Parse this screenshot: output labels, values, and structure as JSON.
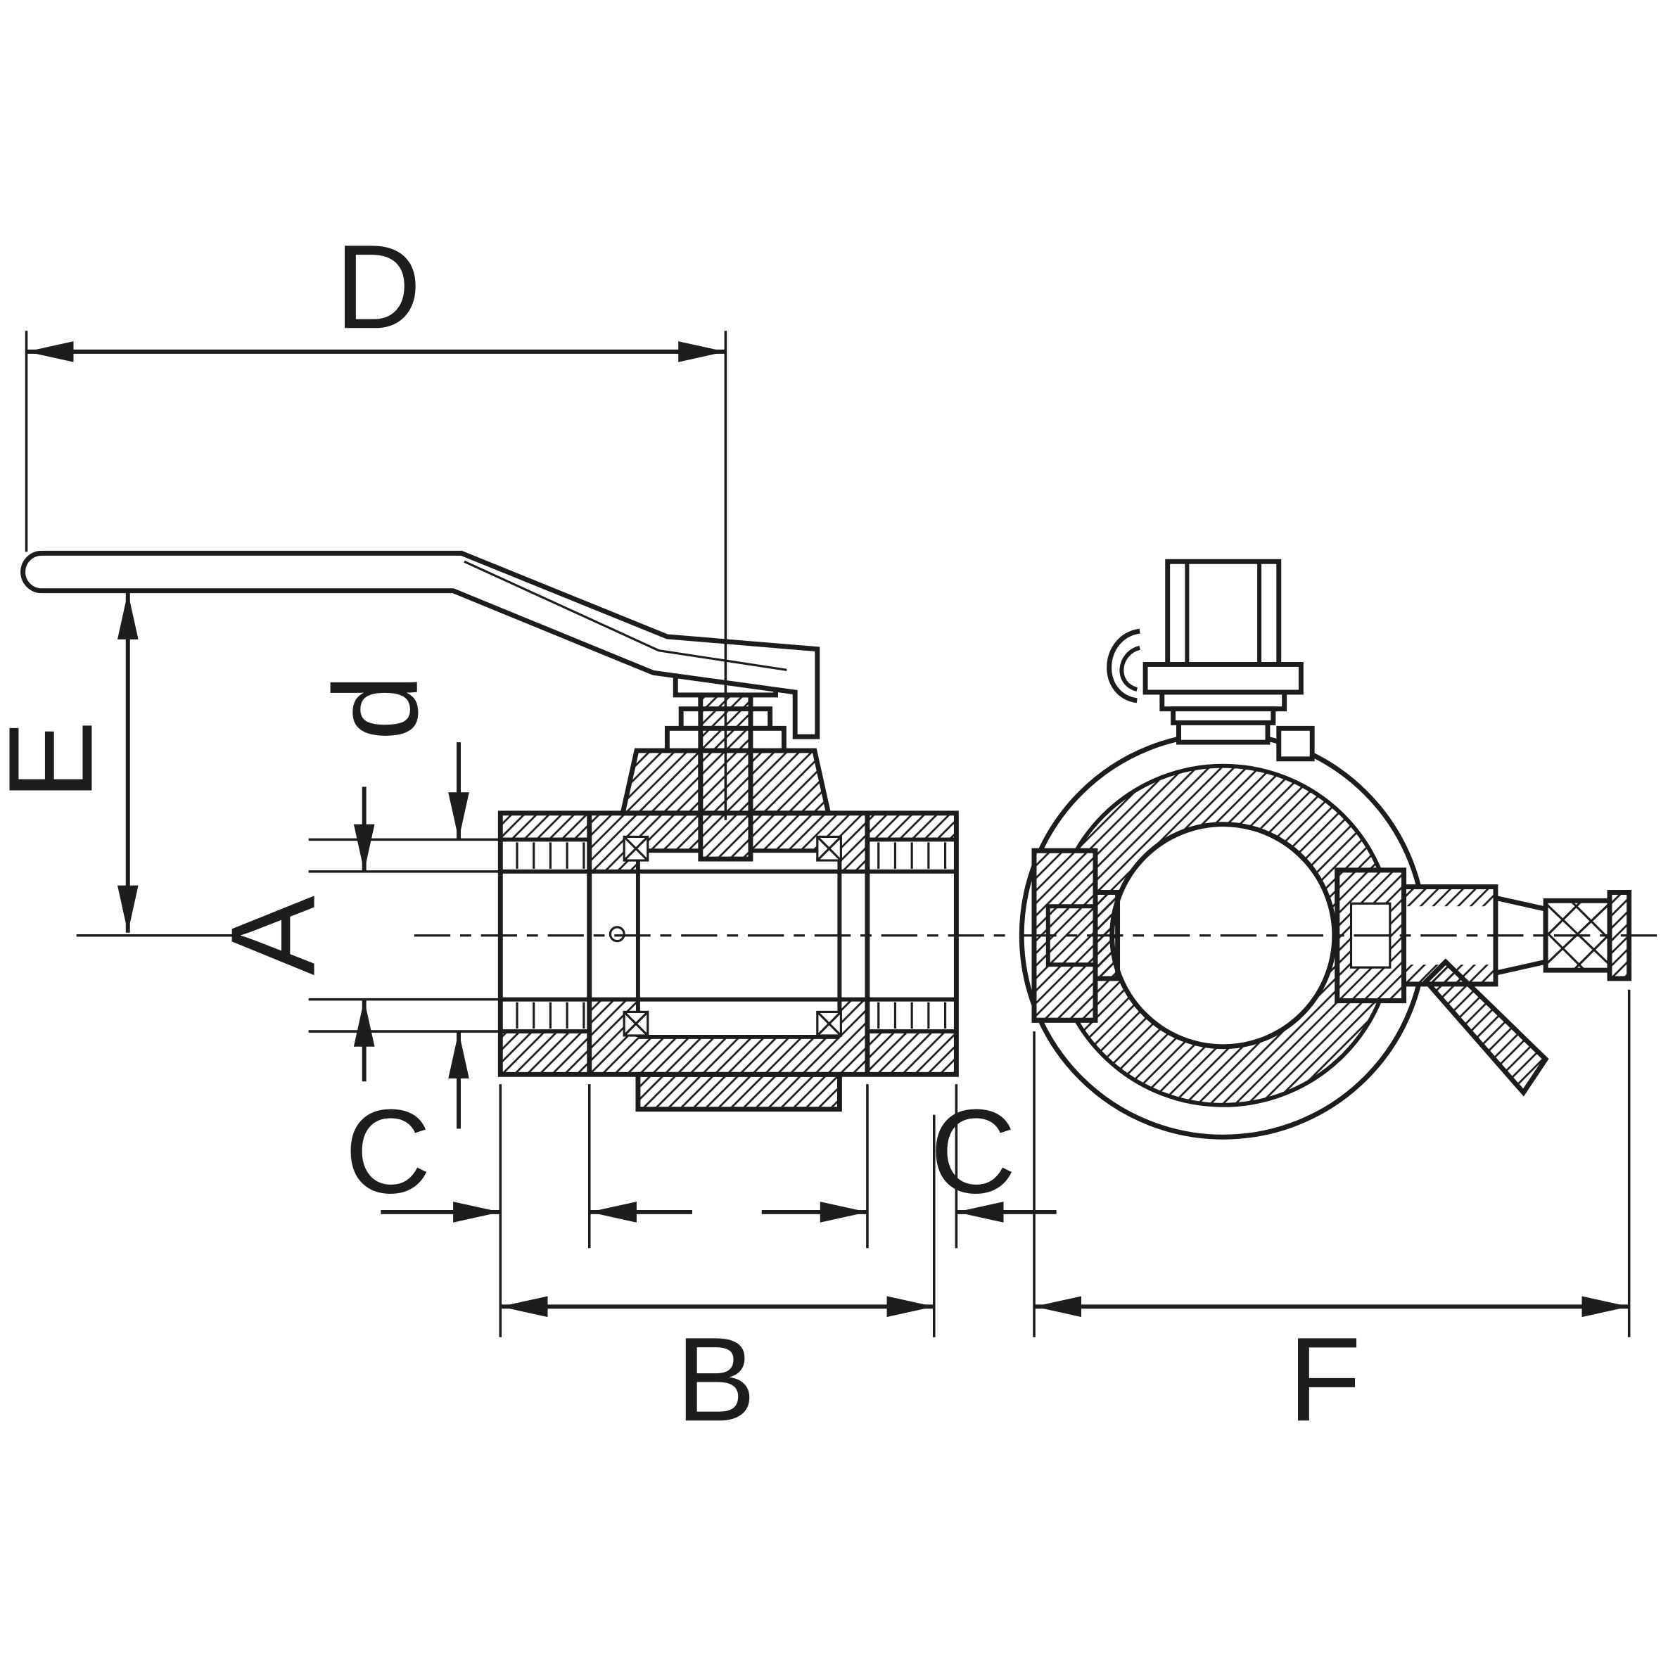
{
  "page": {
    "background": "#ffffff",
    "line_color": "#1d1d1b"
  },
  "drawing": {
    "kind": "ball-valve dimensional drawing, two views",
    "labels": {
      "handle_length": "D",
      "handle_height": "E",
      "port_thread_diameter": "d",
      "bore_diameter": "A",
      "thread_length_left": "C",
      "thread_length_right": "C",
      "body_length": "B",
      "overall_width": "F"
    }
  }
}
